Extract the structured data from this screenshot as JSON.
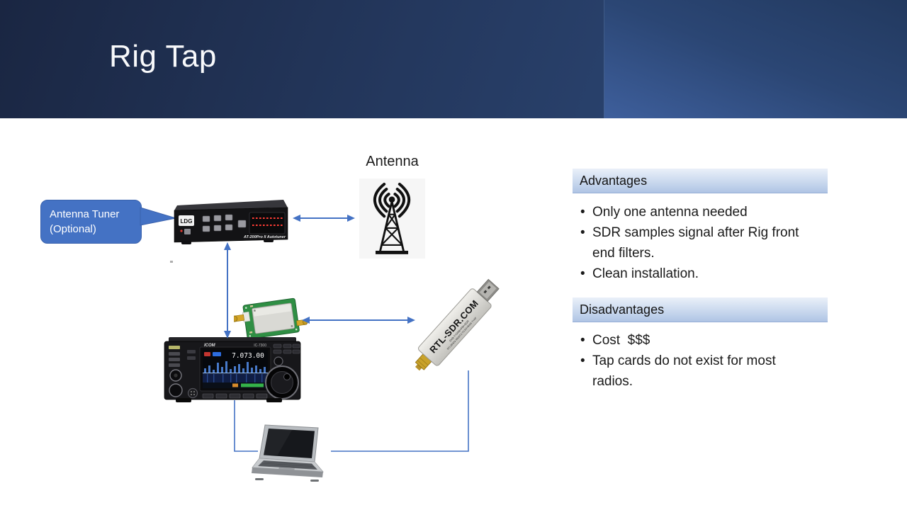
{
  "title": "Rig Tap",
  "diagram": {
    "callout": {
      "line1": "Antenna Tuner",
      "line2": "(Optional)"
    },
    "antenna_label": "Antenna",
    "tuner": {
      "brand": "LDG",
      "model": "AT-200Pro II Autotuner"
    },
    "radio": {
      "brand": "ICOM",
      "model": "IC-7300",
      "frequency": "7.073.00"
    },
    "sdr": {
      "brand": "RTL-SDR.COM",
      "sub1": "DVB-T+DAB+FM+SDR",
      "sub2": "RTL2832U R820T2 TCXO+BIAS T+HF"
    }
  },
  "advantages": {
    "title": "Advantages",
    "items": [
      "Only one antenna needed",
      "SDR samples signal after Rig front end filters.",
      "Clean installation."
    ]
  },
  "disadvantages": {
    "title": "Disadvantages",
    "items": [
      "Cost  $$$",
      "Tap cards do not exist for most radios."
    ]
  },
  "colors": {
    "accent": "#4472C4",
    "header_dark": "#1A2642",
    "header_mid": "#24385E",
    "header_light": "#3E5F9C",
    "bar_top": "#EAF0F9",
    "bar_bottom": "#AFC4E4",
    "text": "#1A1A1A"
  }
}
